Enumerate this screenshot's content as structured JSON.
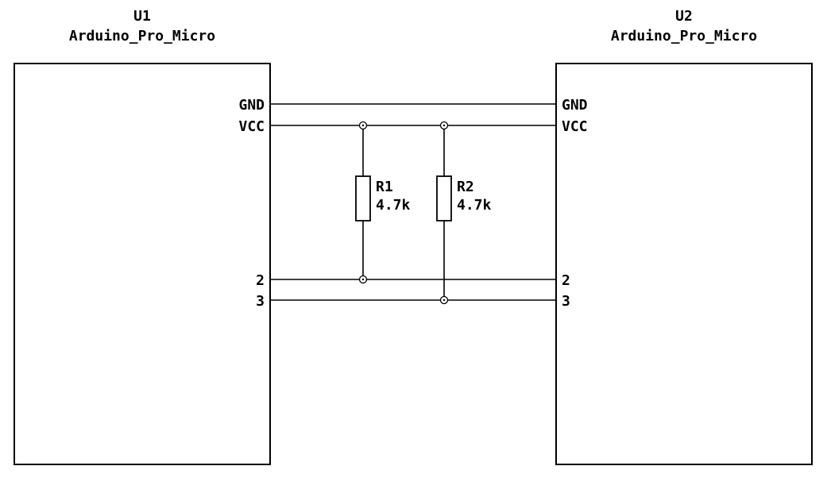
{
  "schematic": {
    "background_color": "#ffffff",
    "stroke_color": "#000000",
    "components": {
      "u1": {
        "ref": "U1",
        "value": "Arduino_Pro_Micro",
        "pins": {
          "gnd": "GND",
          "vcc": "VCC",
          "p2": "2",
          "p3": "3"
        }
      },
      "u2": {
        "ref": "U2",
        "value": "Arduino_Pro_Micro",
        "pins": {
          "gnd": "GND",
          "vcc": "VCC",
          "p2": "2",
          "p3": "3"
        }
      },
      "r1": {
        "ref": "R1",
        "value": "4.7k"
      },
      "r2": {
        "ref": "R2",
        "value": "4.7k"
      }
    },
    "nets": [
      "GND",
      "VCC",
      "2",
      "3"
    ]
  }
}
